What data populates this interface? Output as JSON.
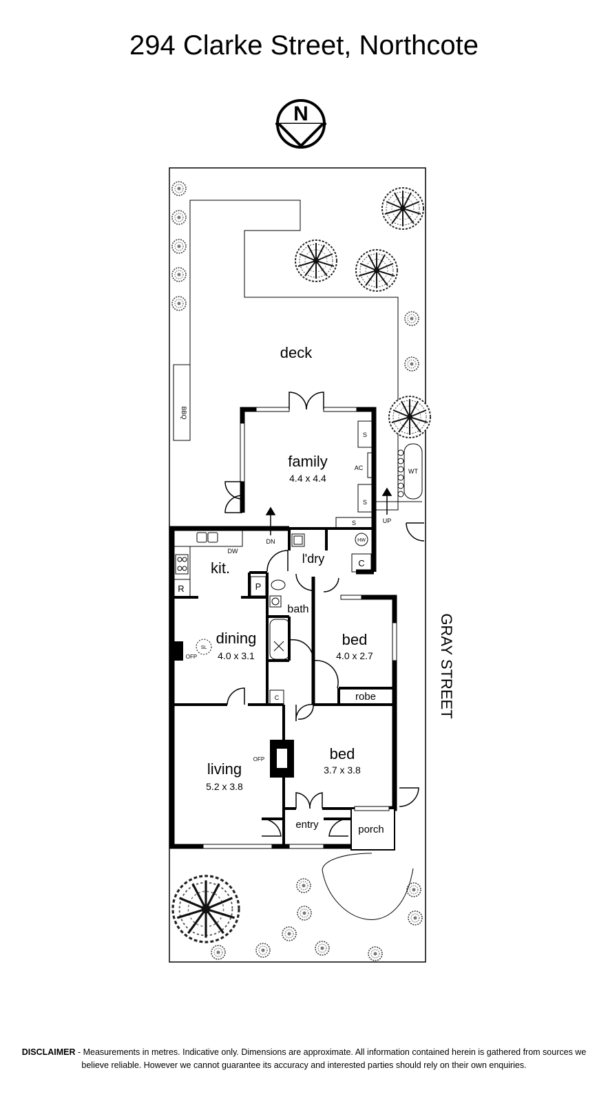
{
  "title": "294 Clarke Street, Northcote",
  "compass": {
    "letter": "N"
  },
  "rooms": {
    "deck": {
      "label": "deck"
    },
    "family": {
      "label": "family",
      "dims": "4.4 x 4.4"
    },
    "kitchen": {
      "label": "kit."
    },
    "laundry": {
      "label": "l'dry"
    },
    "bath": {
      "label": "bath"
    },
    "dining": {
      "label": "dining",
      "dims": "4.0 x 3.1"
    },
    "bed2": {
      "label": "bed",
      "dims": "4.0 x 2.7"
    },
    "robe": {
      "label": "robe"
    },
    "living": {
      "label": "living",
      "dims": "5.2 x 3.8"
    },
    "bed1": {
      "label": "bed",
      "dims": "3.7 x 3.8"
    },
    "entry": {
      "label": "entry"
    },
    "porch": {
      "label": "porch"
    }
  },
  "fixtures": {
    "bbq": "BBQ",
    "storage": "S",
    "aircon": "AC",
    "water_tank": "WT",
    "up": "UP",
    "down": "DN",
    "dishwasher": "DW",
    "hot_water": "HW",
    "cupboard": "C",
    "refrigerator": "R",
    "pantry": "P",
    "skylight": "SL",
    "fireplace": "OFP"
  },
  "street": "GRAY STREET",
  "disclaimer": {
    "label": "DISCLAIMER",
    "text": " - Measurements in metres. Indicative only. Dimensions are approximate. All information contained herein is gathered from sources we believe reliable. However we cannot guarantee its accuracy and interested parties should rely on their own enquiries."
  }
}
